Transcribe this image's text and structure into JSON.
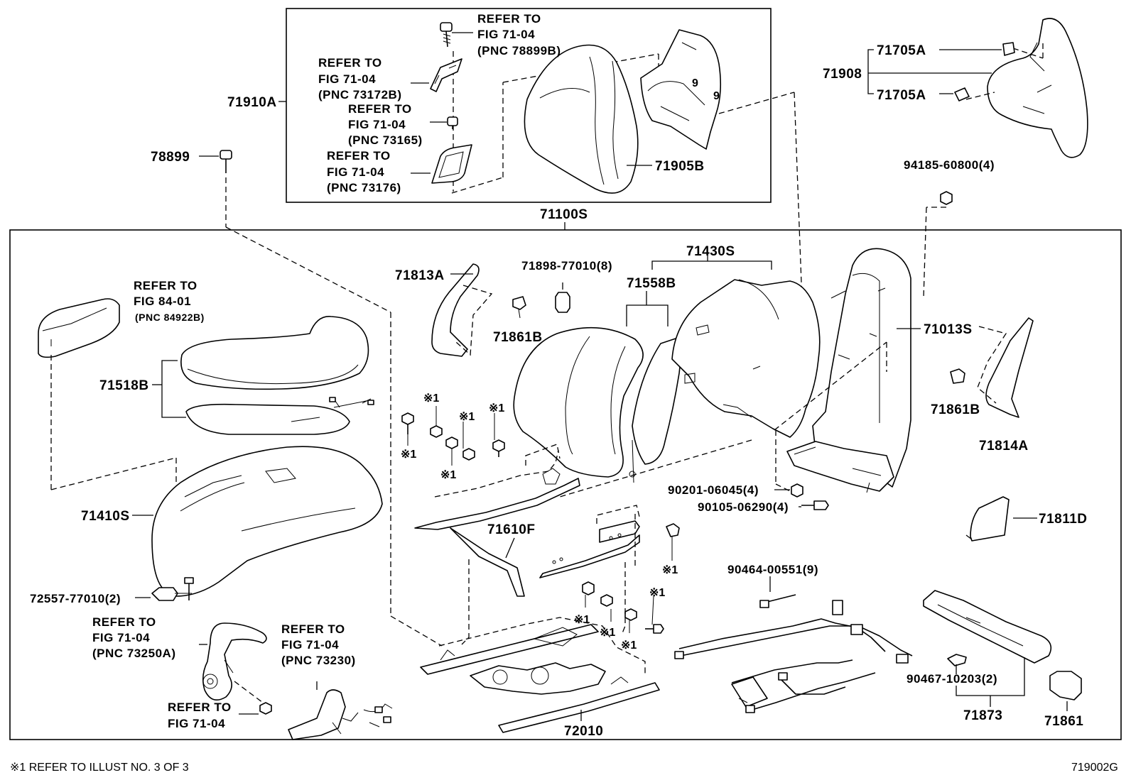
{
  "diagram": {
    "part_numbers": {
      "p71910A": "71910A",
      "p78899": "78899",
      "p71905B": "71905B",
      "p71908": "71908",
      "p71705A_1": "71705A",
      "p71705A_2": "71705A",
      "p94185": "94185-60800(4)",
      "p71100S": "71100S",
      "p71813A": "71813A",
      "p71898": "71898-77010(8)",
      "p71430S": "71430S",
      "p71558B": "71558B",
      "p71861B_1": "71861B",
      "p71013S": "71013S",
      "p71518B": "71518B",
      "p71861B_2": "71861B",
      "p71814A": "71814A",
      "p90201": "90201-06045(4)",
      "p90105": "90105-06290(4)",
      "p71410S": "71410S",
      "p71610F": "71610F",
      "p71811D": "71811D",
      "p72557": "72557-77010(2)",
      "p90464": "90464-00551(9)",
      "p90467": "90467-10203(2)",
      "p71873": "71873",
      "p71861": "71861",
      "p72010": "72010"
    },
    "references": {
      "r78899B": [
        "REFER TO",
        "FIG 71-04",
        "(PNC 78899B)"
      ],
      "r73172B": [
        "REFER TO",
        "FIG 71-04",
        "(PNC 73172B)"
      ],
      "r73165": [
        "REFER TO",
        "FIG 71-04",
        "(PNC 73165)"
      ],
      "r73176": [
        "REFER TO",
        "FIG 71-04",
        "(PNC 73176)"
      ],
      "r84922B": [
        "REFER TO",
        "FIG 84-01",
        "(PNC 84922B)"
      ],
      "r73250A": [
        "REFER TO",
        "FIG 71-04",
        "(PNC 73250A)"
      ],
      "r73230": [
        "REFER TO",
        "FIG 71-04",
        "(PNC 73230)"
      ],
      "r7104": [
        "REFER TO",
        "FIG 71-04"
      ]
    },
    "marker": "※1",
    "footnote": "※1 REFER TO ILLUST NO. 3 OF 3",
    "illustration_id": "719002G"
  }
}
